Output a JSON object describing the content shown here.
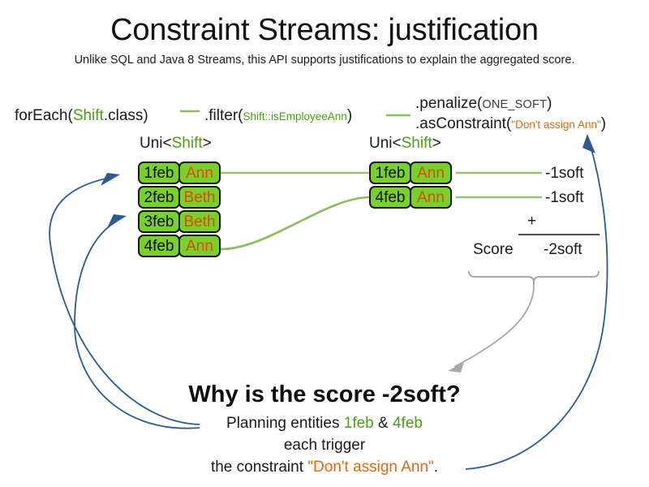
{
  "header": {
    "title": "Constraint Streams: justification",
    "subtitle": "Unlike SQL and Java 8 Streams, this API supports justifications to explain the aggregated score."
  },
  "pipeline": {
    "foreach": {
      "prefix": "forEach(",
      "type": "Shift",
      "suffix": ".class)"
    },
    "filter": {
      "prefix": ".filter(",
      "arg": "Shift::isEmployeeAnn",
      "suffix": ")"
    },
    "penalize": {
      "prefix": ".penalize(",
      "arg": "ONE_SOFT",
      "suffix": ")"
    },
    "as_constraint": {
      "prefix": ".asConstraint(",
      "arg": "\"Don't assign Ann\"",
      "suffix": ")"
    }
  },
  "streams": {
    "left": {
      "type_label_prefix": "Uni<",
      "type_label_generic": "Shift",
      "type_label_suffix": ">",
      "rows": [
        {
          "date": "1feb",
          "employee": "Ann"
        },
        {
          "date": "2feb",
          "employee": "Beth"
        },
        {
          "date": "3feb",
          "employee": "Beth"
        },
        {
          "date": "4feb",
          "employee": "Ann"
        }
      ]
    },
    "right": {
      "type_label_prefix": "Uni<",
      "type_label_generic": "Shift",
      "type_label_suffix": ">",
      "rows": [
        {
          "date": "1feb",
          "employee": "Ann"
        },
        {
          "date": "4feb",
          "employee": "Ann"
        }
      ]
    }
  },
  "score": {
    "penalties": [
      "-1soft",
      "-1soft"
    ],
    "operator": "+",
    "label": "Score",
    "total": "-2soft"
  },
  "explanation": {
    "heading": "Why is the score -2soft?",
    "line1_prefix": "Planning entities ",
    "entity_a": "1feb",
    "line1_join": " & ",
    "entity_b": "4feb",
    "line2": "each trigger",
    "line3_prefix": "the constraint ",
    "constraint_name": "\"Don't assign Ann\"",
    "line3_suffix": "."
  },
  "colors": {
    "card_fill": "#79d02b",
    "card_border": "#151515",
    "employee_text": "#dd4a10",
    "class_green": "#4ba016",
    "string_orange": "#dd6a10",
    "connector_green": "#97c274",
    "justification_blue": "#2b5b93",
    "brace_gray": "#a8a8a8"
  }
}
